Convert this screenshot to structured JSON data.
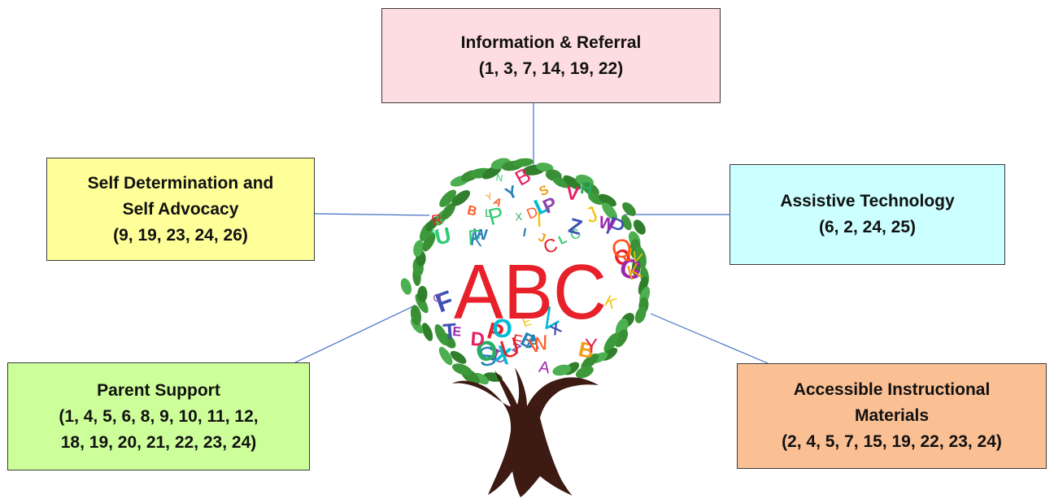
{
  "boxes": {
    "information_referral": {
      "title": "Information & Referral",
      "items": "(1, 3, 7, 14, 19, 22)",
      "fill": "#fddde2"
    },
    "self_determination": {
      "title_line1": "Self Determination and",
      "title_line2": "Self Advocacy",
      "items": "(9, 19, 23, 24, 26)",
      "fill": "#ffff99"
    },
    "assistive_technology": {
      "title": "Assistive Technology",
      "items": "(6, 2, 24, 25)",
      "fill": "#ccffff"
    },
    "parent_support": {
      "title": "Parent Support",
      "items_line1": "(1, 4, 5, 6, 8, 9, 10, 11, 12,",
      "items_line2": "18, 19, 20, 21, 22, 23, 24)",
      "fill": "#ccff99"
    },
    "accessible_materials": {
      "title_line1": "Accessible Instructional",
      "title_line2": "Materials",
      "items": "(2, 4, 5, 7, 15, 19, 22, 23, 24)",
      "fill": "#fbbf94"
    }
  },
  "connector_color": "#4472c4",
  "tree": {
    "label": "ABC",
    "label_color": "#e8202a",
    "trunk_color": "#3d1a12",
    "leaf_color": "#3c9a3a",
    "letters": [
      "R",
      "B",
      "Z",
      "W",
      "N",
      "V",
      "U",
      "J",
      "P",
      "I",
      "C",
      "S",
      "O",
      "D",
      "X",
      "A",
      "L",
      "Q",
      "T",
      "E",
      "F",
      "G",
      "M",
      "K",
      "H",
      "Y"
    ],
    "letter_colors": [
      "#e8202a",
      "#f39c12",
      "#8e44ad",
      "#2980b9",
      "#27ae60",
      "#e91e63",
      "#00bcd4",
      "#ff5722",
      "#3f51b5",
      "#9c27b0",
      "#2ecc71",
      "#f1c40f"
    ]
  }
}
